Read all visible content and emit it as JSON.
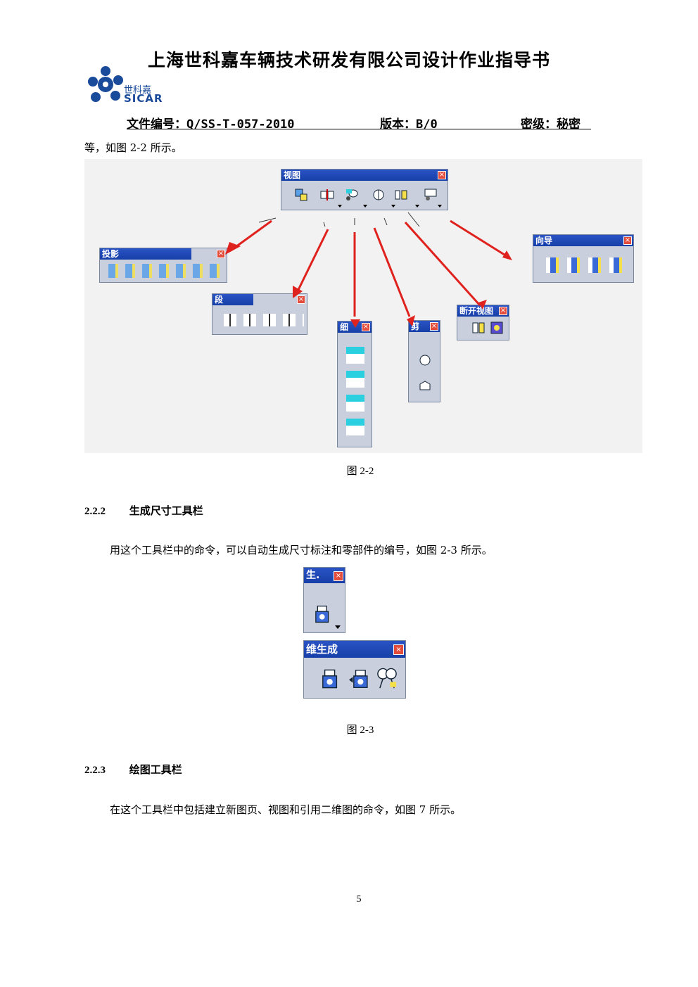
{
  "header": {
    "title": "上海世科嘉车辆技术研发有限公司设计作业指导书",
    "logo_cn": "世科嘉",
    "logo_en": "SICAR",
    "doc_no": "文件编号：Q/SS-T-057-2010",
    "version": "版本：B/0",
    "secrecy": "密级：秘密"
  },
  "intro_text": "等，如图 2-2 所示。",
  "figure_2_2": {
    "caption": "图 2-2",
    "main_toolbar_title": "视图",
    "sub_toolbars": [
      "投影",
      "段",
      "细",
      "剪",
      "断开视图",
      "向导"
    ]
  },
  "section_2_2_2": {
    "number": "2.2.2",
    "title": "生成尺寸工具栏",
    "text": "用这个工具栏中的命令，可以自动生成尺寸标注和零部件的编号，如图 2-3 所示。"
  },
  "figure_2_3": {
    "caption": "图 2-3",
    "toolbar_small_title": "生.",
    "toolbar_wide_title": "维生成"
  },
  "section_2_2_3": {
    "number": "2.2.3",
    "title": "绘图工具栏",
    "text": "在这个工具栏中包括建立新图页、视图和引用二维图的命令，如图 7 所示。"
  },
  "page_number": "5",
  "colors": {
    "titlebar": "#2a54c4",
    "arrow": "#e0221e",
    "logo": "#1a4a9a"
  }
}
